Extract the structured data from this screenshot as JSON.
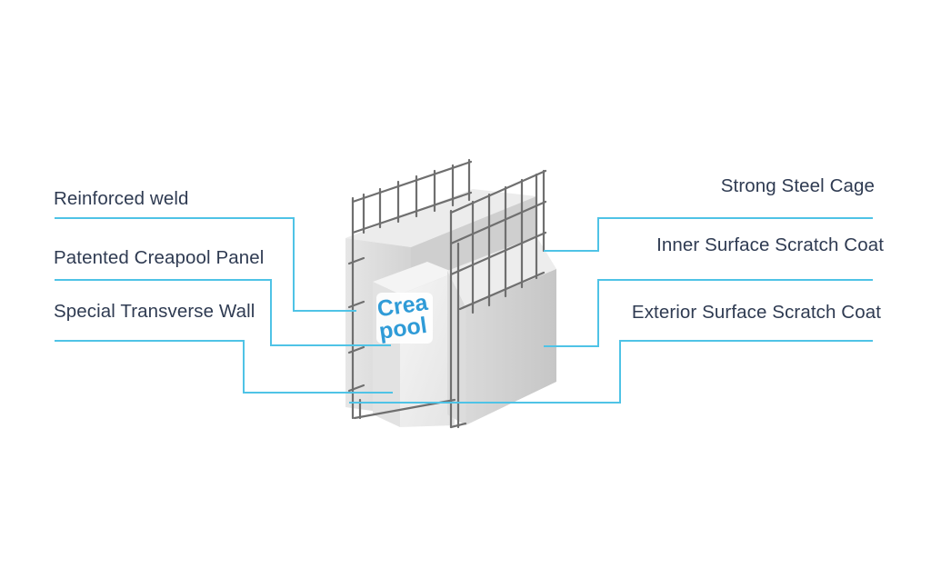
{
  "diagram": {
    "left_labels": [
      {
        "id": "reinforced-weld",
        "text": "Reinforced weld"
      },
      {
        "id": "patented-panel",
        "text": "Patented Creapool Panel"
      },
      {
        "id": "transverse-wall",
        "text": "Special Transverse Wall"
      }
    ],
    "right_labels": [
      {
        "id": "steel-cage",
        "text": "Strong Steel Cage"
      },
      {
        "id": "inner-scratch",
        "text": "Inner Surface Scratch Coat"
      },
      {
        "id": "exterior-scratch",
        "text": "Exterior Surface Scratch Coat"
      }
    ],
    "logo": {
      "line1": "Crea",
      "line2": "pool"
    },
    "colors": {
      "leader_line": "#4fc3e6",
      "label_text": "#2f3b52",
      "logo_blue": "#2f9bd7",
      "panel_light": "#e9e9e9",
      "panel_mid": "#d2d2d2",
      "panel_dark": "#b9b9b9",
      "steel": "#6f6f6f"
    }
  }
}
